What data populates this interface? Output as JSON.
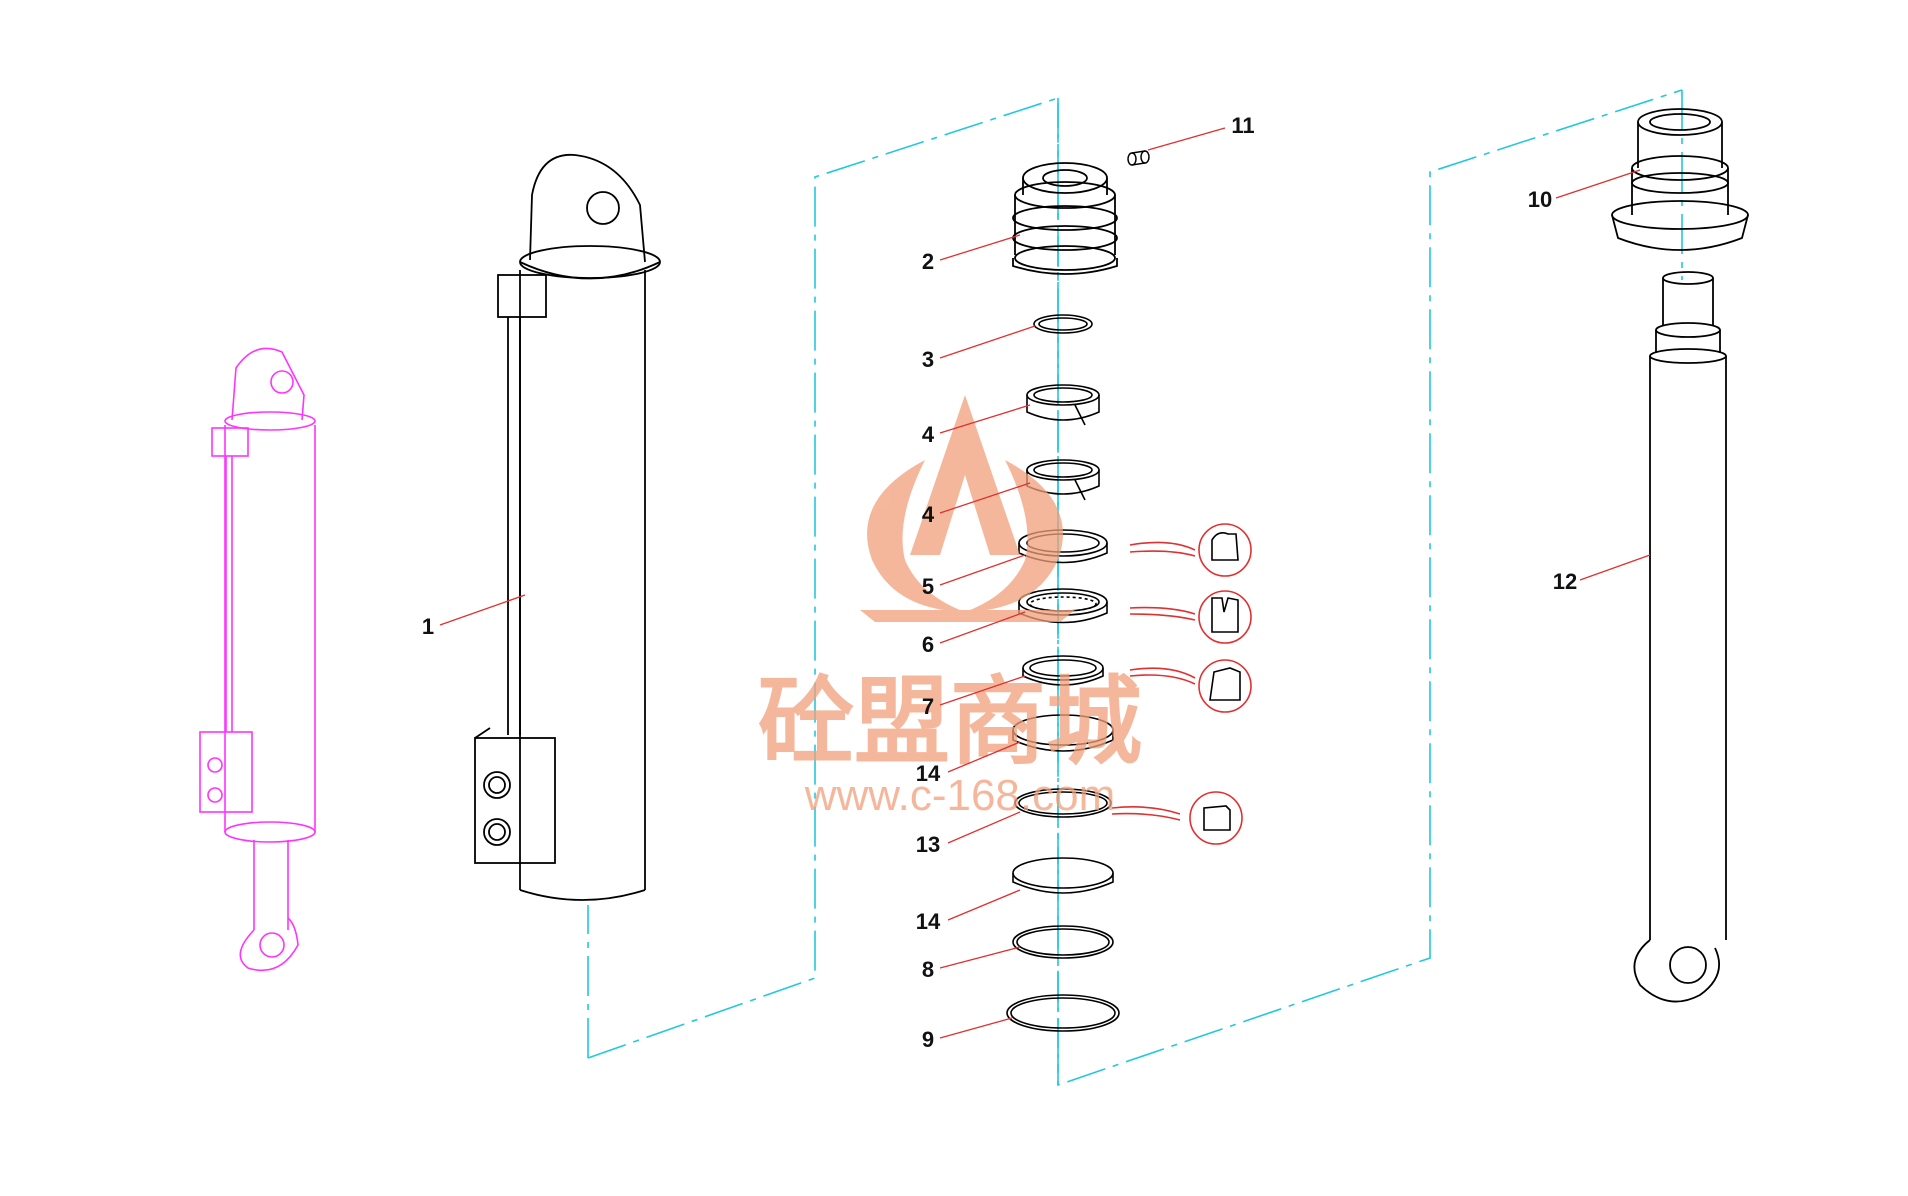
{
  "colors": {
    "outline": "#000000",
    "leader": "#e03030",
    "centerline": "#22c8e0",
    "preview": "#ff33ff",
    "watermark": "#f2a07a"
  },
  "watermark": {
    "logo": "triangle-a-logo",
    "name": "砼盟商城",
    "url": "www.c-168.com"
  },
  "callouts": [
    {
      "id": "c1",
      "text": "1"
    },
    {
      "id": "c2",
      "text": "2"
    },
    {
      "id": "c3",
      "text": "3"
    },
    {
      "id": "c4a",
      "text": "4"
    },
    {
      "id": "c4b",
      "text": "4"
    },
    {
      "id": "c5",
      "text": "5"
    },
    {
      "id": "c6",
      "text": "6"
    },
    {
      "id": "c7",
      "text": "7"
    },
    {
      "id": "c14a",
      "text": "14"
    },
    {
      "id": "c13",
      "text": "13"
    },
    {
      "id": "c14b",
      "text": "14"
    },
    {
      "id": "c8",
      "text": "8"
    },
    {
      "id": "c9",
      "text": "9"
    },
    {
      "id": "c10",
      "text": "10"
    },
    {
      "id": "c11",
      "text": "11"
    },
    {
      "id": "c12",
      "text": "12"
    }
  ]
}
